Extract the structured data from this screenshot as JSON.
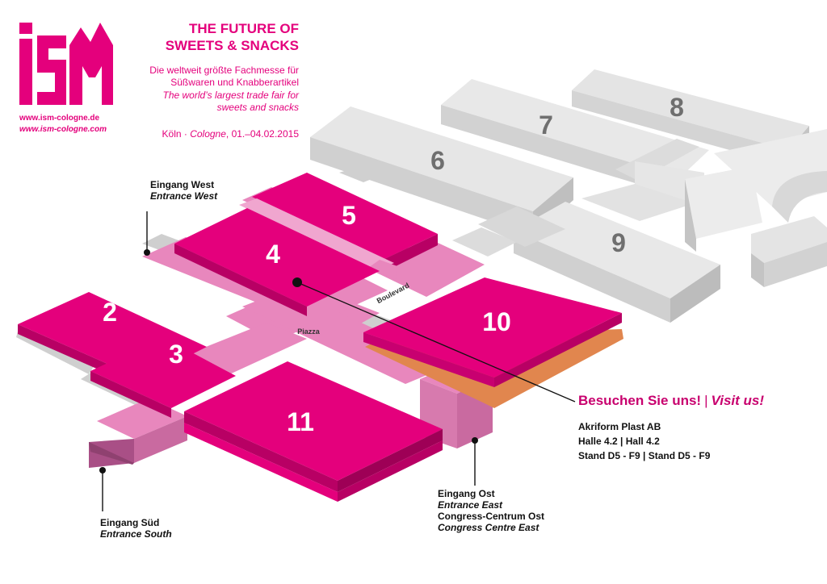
{
  "logo": {
    "text": "ISM",
    "url_de": "www.ism-cologne.de",
    "url_com": "www.ism-cologne.com"
  },
  "header": {
    "title_line1": "THE FUTURE OF",
    "title_line2": "SWEETS & SNACKS",
    "subtitle_de_line1": "Die weltweit größte Fachmesse für",
    "subtitle_de_line2": "Süßwaren und Knabberartikel",
    "subtitle_en_line1": "The world’s largest trade fair for",
    "subtitle_en_line2": "sweets and snacks",
    "date_city_de": "Köln · ",
    "date_city_en": "Cologne",
    "date_range": ", 01.–04.02.2015"
  },
  "map": {
    "halls": {
      "h2": "2",
      "h3": "3",
      "h4": "4",
      "h5": "5",
      "h6": "6",
      "h7": "7",
      "h8": "8",
      "h9": "9",
      "h10": "10",
      "h11": "11"
    },
    "labels": {
      "boulevard": "Boulevard",
      "piazza": "Piazza"
    },
    "entrances": {
      "west_de": "Eingang West",
      "west_en": "Entrance West",
      "south_de": "Eingang Süd",
      "south_en": "Entrance South",
      "east_de": "Eingang Ost",
      "east_en": "Entrance East",
      "congress_de": "Congress-Centrum Ost",
      "congress_en": "Congress Centre East"
    }
  },
  "visit": {
    "title_de": "Besuchen Sie uns!",
    "separator": "|",
    "title_en": "Visit us!",
    "company": "Akriform Plast AB",
    "hall": "Halle 4.2 | Hall 4.2",
    "stand": "Stand D5 - F9 | Stand D5 - F9"
  },
  "colors": {
    "magenta": "#e4007c",
    "magenta_dark": "#b80064",
    "pink_light": "#e887bd",
    "grey_top": "#eeeeee",
    "grey_side": "#c9c9c9",
    "orange": "#e1864e"
  }
}
